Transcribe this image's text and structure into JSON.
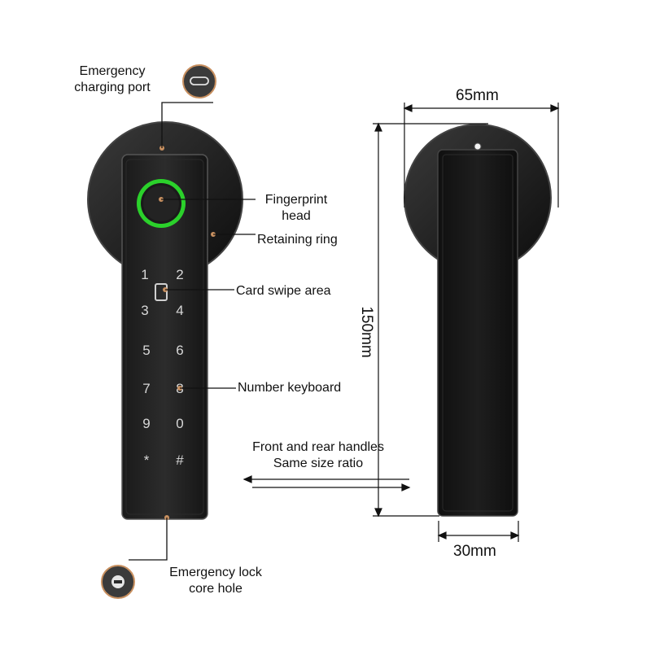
{
  "callouts": {
    "charging_port": [
      "Emergency",
      "charging port"
    ],
    "fingerprint": [
      "Fingerprint",
      "head"
    ],
    "retaining_ring": "Retaining ring",
    "card_swipe": "Card swipe area",
    "number_keyboard": "Number keyboard",
    "lock_core": [
      "Emergency lock",
      "core hole"
    ]
  },
  "note": [
    "Front and rear handles",
    "Same size ratio"
  ],
  "dimensions": {
    "width": "65mm",
    "height": "150mm",
    "depth": "30mm"
  },
  "keypad": [
    "1",
    "2",
    "3",
    "4",
    "5",
    "6",
    "7",
    "8",
    "9",
    "0",
    "*",
    "#"
  ],
  "colors": {
    "body": "#1b1b1b",
    "fingerprint_ring": "#2bd12b",
    "accent_dot": "#c89060"
  }
}
